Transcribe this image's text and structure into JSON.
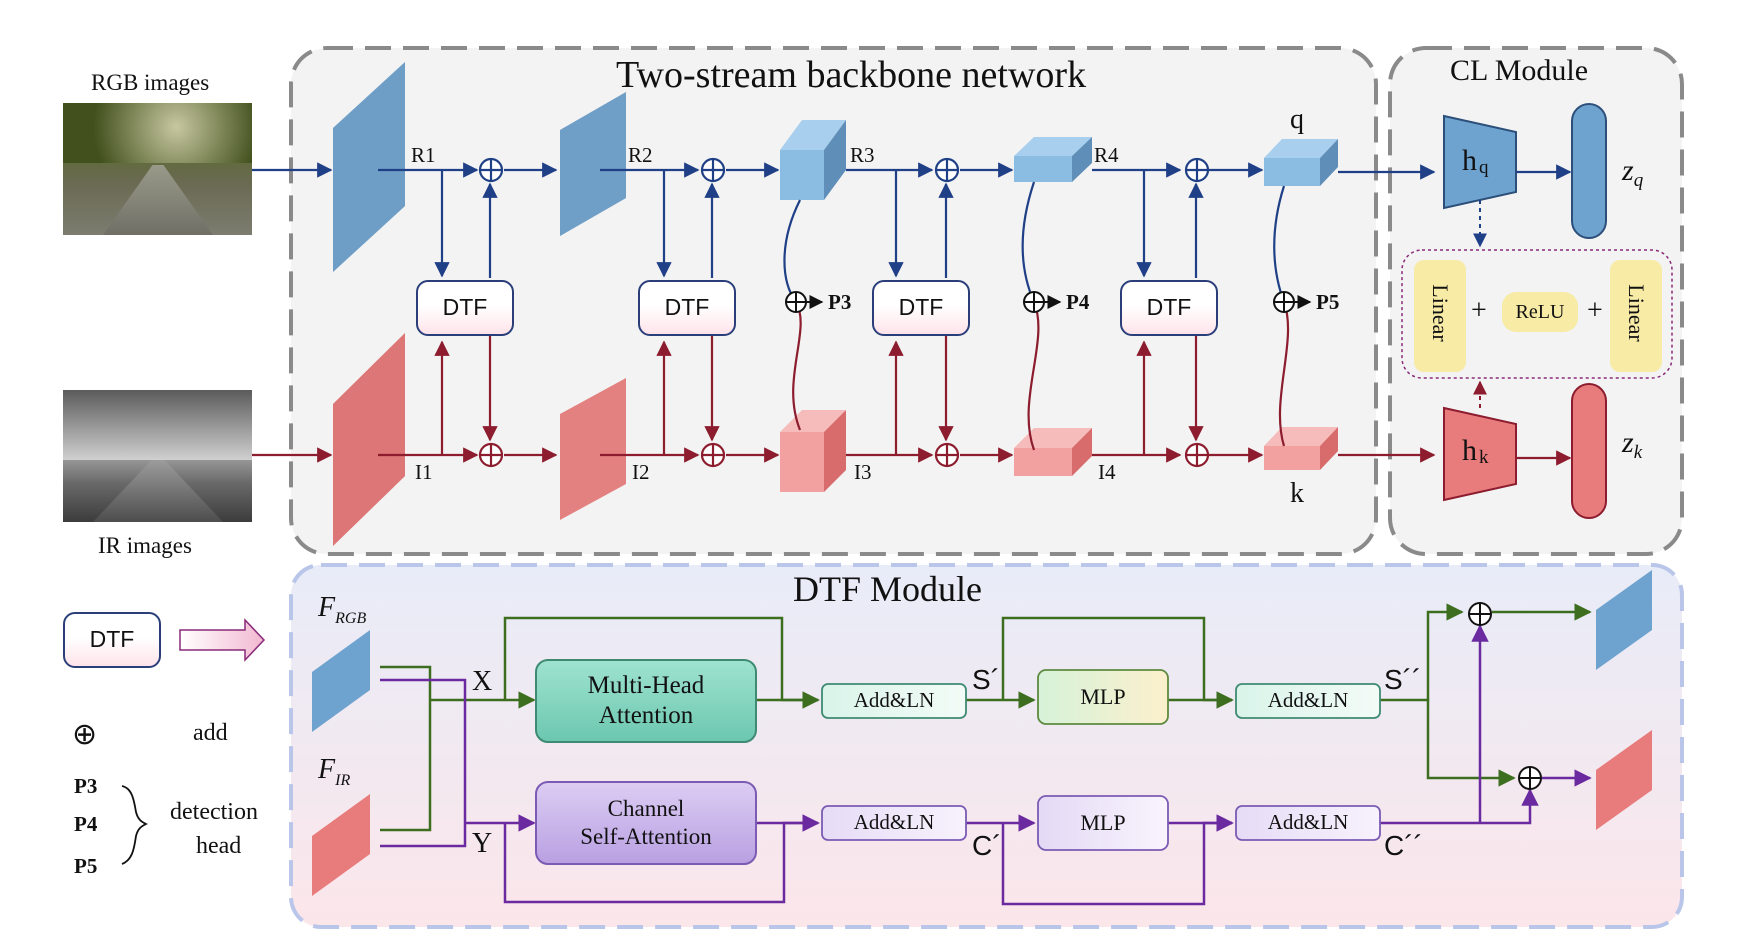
{
  "titles": {
    "backbone": "Two-stream backbone network",
    "cl_module": "CL Module",
    "dtf_module": "DTF Module"
  },
  "inputs": {
    "rgb": "RGB images",
    "ir": "IR images"
  },
  "rgb_stream": {
    "labels": [
      "R1",
      "R2",
      "R3",
      "R4"
    ],
    "output": "q"
  },
  "ir_stream": {
    "labels": [
      "I1",
      "I2",
      "I3",
      "I4"
    ],
    "output": "k"
  },
  "dtf_block": "DTF",
  "detection_outputs": [
    "P3",
    "P4",
    "P5"
  ],
  "cl": {
    "hq_main": "h",
    "hq_sub": "q",
    "hk_main": "h",
    "hk_sub": "k",
    "zq_main": "z",
    "zq_sub": "q",
    "zk_main": "z",
    "zk_sub": "k",
    "linear": "Linear",
    "relu": "ReLU",
    "plus": "+"
  },
  "legend": {
    "dtf": "DTF",
    "add_symbol": "⊕",
    "add": "add",
    "p_labels": [
      "P3",
      "P4",
      "P5"
    ],
    "detection_line1": "detection",
    "detection_line2": "head"
  },
  "dtf_detail": {
    "f_rgb_main": "F",
    "f_rgb_sub": "RGB",
    "f_ir_main": "F",
    "f_ir_sub": "IR",
    "x": "X",
    "y": "Y",
    "mha": "Multi-Head\nAttention",
    "csa": "Channel\nSelf-Attention",
    "addln": "Add&LN",
    "mlp": "MLP",
    "s1": "S´",
    "s2": "S´´",
    "c1": "C´",
    "c2": "C´´"
  },
  "colors": {
    "rgb_path": "#1f3f86",
    "ir_path": "#8c1c2e",
    "green_path": "#3d6e1f",
    "purple_path": "#6b2aa0",
    "block_blue": "#6a9fc8",
    "block_red": "#e37b7b"
  }
}
